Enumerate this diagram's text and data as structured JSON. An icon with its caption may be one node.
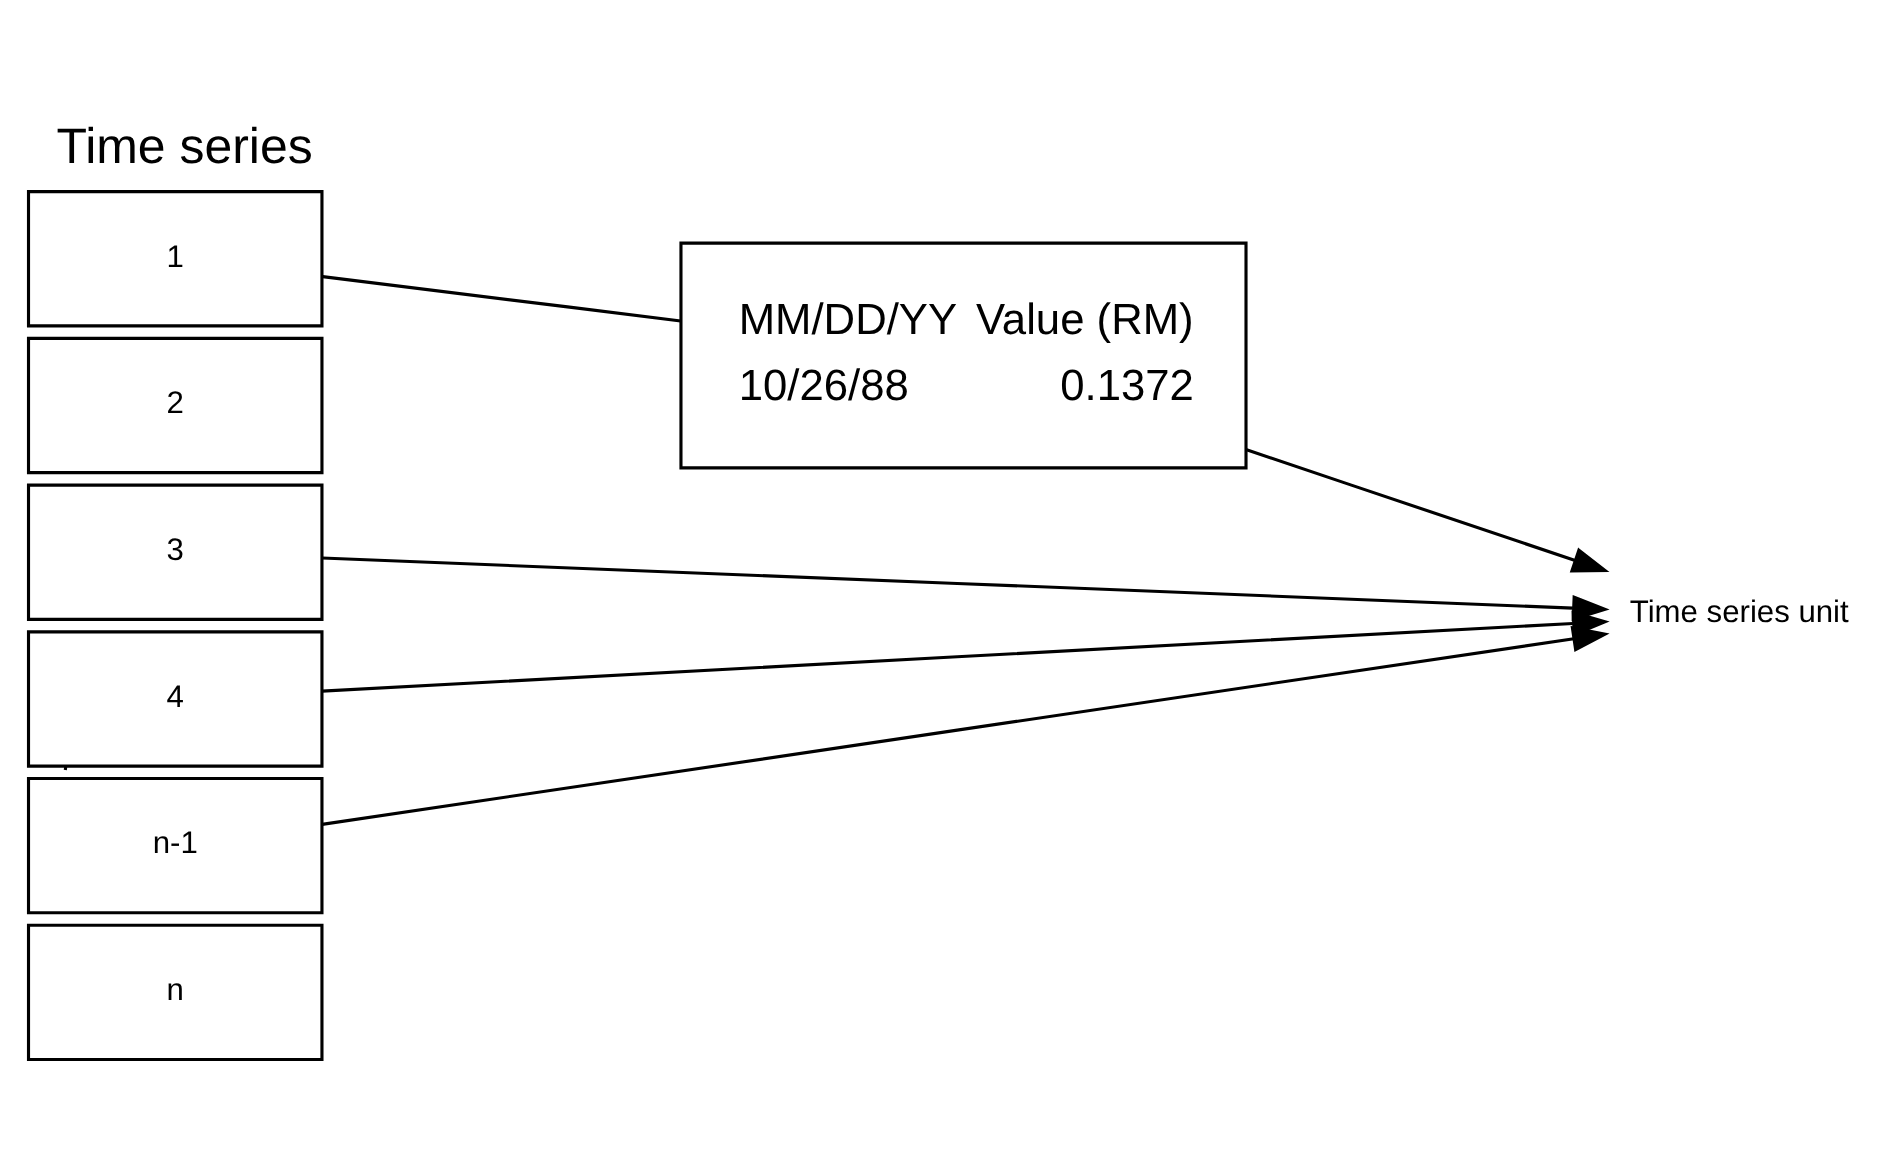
{
  "diagram": {
    "title": "Time series",
    "nodes": [
      {
        "text": [
          "1"
        ]
      },
      {
        "text": [
          "2"
        ]
      },
      {
        "text": [
          "3"
        ]
      },
      {
        "text": [
          "4"
        ]
      },
      {
        "text": [
          "n-1"
        ]
      },
      {
        "text": [
          "n"
        ]
      },
      {
        "text": [
          "MM/DD/YY",
          "Value (RM)",
          "10/26/88",
          "0.1372"
        ]
      },
      {
        "text": [
          "Time series unit"
        ]
      }
    ],
    "edges": [
      {
        "from": 0,
        "to": 6,
        "arrow": "none"
      },
      {
        "from": 3,
        "to": 4,
        "arrow": "none",
        "style": "dashed"
      },
      {
        "from": 6,
        "to": 7,
        "arrow": "to"
      },
      {
        "from": 2,
        "to": 7,
        "arrow": "to"
      },
      {
        "from": 3,
        "to": 7,
        "arrow": "to"
      },
      {
        "from": 4,
        "to": 7,
        "arrow": "to"
      }
    ]
  }
}
